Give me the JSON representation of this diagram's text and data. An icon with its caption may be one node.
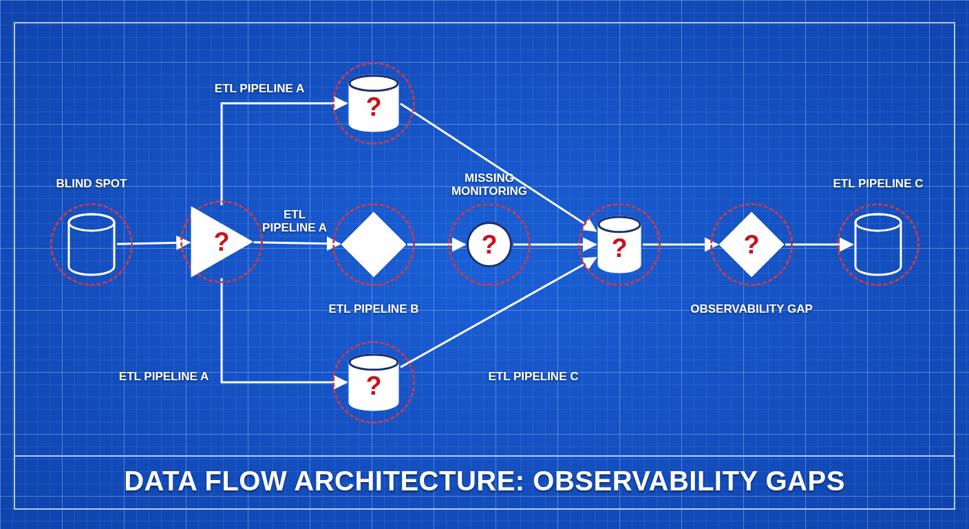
{
  "diagram": {
    "title": "DATA FLOW ARCHITECTURE: OBSERVABILITY GAPS",
    "nodes": [
      {
        "text": [],
        "shape": "cylinder",
        "beside": [
          "BLIND SPOT"
        ]
      },
      {
        "text": [
          "?"
        ]
      },
      {
        "text": [
          "?"
        ]
      },
      {
        "text": [],
        "shape": "diamond",
        "beside": [
          "ETL PIPELINE B"
        ]
      },
      {
        "text": [
          "?"
        ],
        "beside": [
          "MISSING MONITORING"
        ]
      },
      {
        "text": [
          "?"
        ]
      },
      {
        "text": [
          "?"
        ]
      },
      {
        "text": [
          "?"
        ],
        "beside": [
          "OBSERVABILITY GAP"
        ]
      },
      {
        "text": [],
        "shape": "cylinder",
        "beside": [
          "ETL PIPELINE C"
        ]
      }
    ],
    "edges": [
      {
        "from": 0,
        "to": 1,
        "arrow": "to"
      },
      {
        "from": 1,
        "to": 2,
        "arrow": "to",
        "label": "ETL PIPELINE A"
      },
      {
        "from": 1,
        "to": 3,
        "arrow": "to",
        "label": "ETL PIPELINE A"
      },
      {
        "from": 1,
        "to": 5,
        "arrow": "to",
        "label": "ETL PIPELINE A"
      },
      {
        "from": 3,
        "to": 4,
        "arrow": "to"
      },
      {
        "from": 4,
        "to": 6,
        "arrow": "to"
      },
      {
        "from": 2,
        "to": 6,
        "arrow": "to"
      },
      {
        "from": 5,
        "to": 6,
        "arrow": "to",
        "label": "ETL PIPELINE C"
      },
      {
        "from": 6,
        "to": 7,
        "arrow": "to"
      },
      {
        "from": 7,
        "to": 8,
        "arrow": "to"
      }
    ]
  }
}
